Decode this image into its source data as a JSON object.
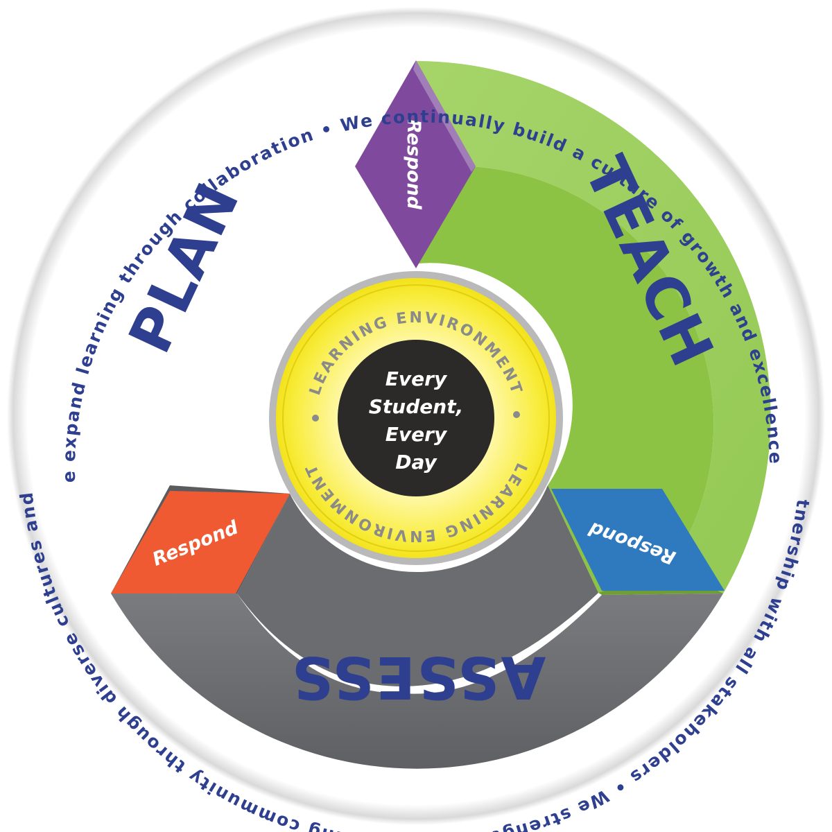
{
  "outer_ring": {
    "statements": [
      "We expand learning through collaboration  •  We continually build a culture of growth and excellence  •",
      "We work in partnership with all stakeholders  •  We strengthen our learning community through diverse cultures and perspectives  •"
    ]
  },
  "phases": {
    "plan": "PLAN",
    "teach": "TEACH",
    "assess": "ASSESS"
  },
  "respond": {
    "top": "Respond",
    "right": "Respond",
    "left": "Respond"
  },
  "center": {
    "ring_label_top": "LEARNING ENVIRONMENT",
    "ring_label_bottom": "LEARNING ENVIRONMENT",
    "core_lines": [
      "Every",
      "Student,",
      "Every",
      "Day"
    ]
  },
  "colors": {
    "teach_green": "#8dc63f",
    "assess_gray": "#6d6e71",
    "respond_purple": "#7f4a9e",
    "respond_blue": "#2f7abf",
    "respond_orange": "#ef5a33",
    "center_yellow": "#f5e82a",
    "core_dark": "#2b2a28",
    "text_blue": "#2e3f8f"
  }
}
